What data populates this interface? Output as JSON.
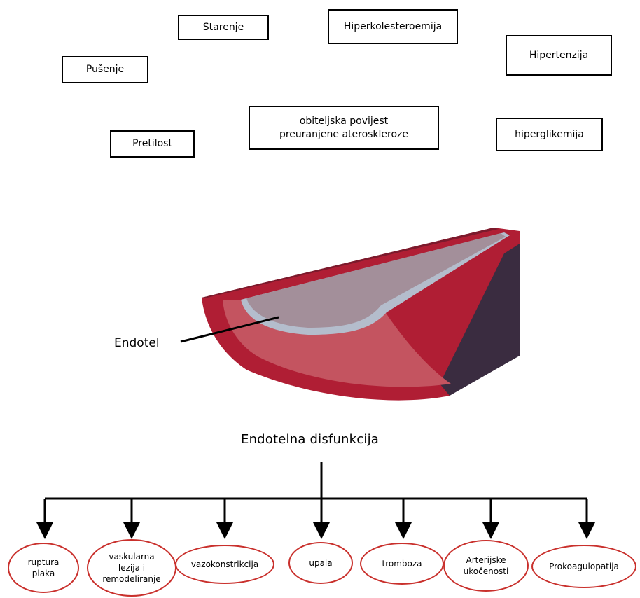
{
  "risk_factors": [
    {
      "id": "starenje",
      "label": "Starenje"
    },
    {
      "id": "hiperkolesteroemija",
      "label": "Hiperkolesteroemija"
    },
    {
      "id": "hipertenzija",
      "label": "Hipertenzija"
    },
    {
      "id": "pusenje",
      "label": "Pušenje"
    },
    {
      "id": "obiteljska",
      "label": "obiteljska povijest\npreuranjene ateroskleroze"
    },
    {
      "id": "pretilost",
      "label": "Pretilost"
    },
    {
      "id": "hiperglikemija",
      "label": "hiperglikemija"
    }
  ],
  "vessel": {
    "label": "Endotel"
  },
  "central_node": {
    "label": "Endotelna disfunkcija"
  },
  "outcomes": [
    {
      "id": "ruptura",
      "label": "ruptura\nplaka"
    },
    {
      "id": "vaskularna",
      "label": "vaskularna\nlezija i\nremodeliranje"
    },
    {
      "id": "vazokonstrikcija",
      "label": "vazokonstrikcija"
    },
    {
      "id": "upala",
      "label": "upala"
    },
    {
      "id": "tromboza",
      "label": "tromboza"
    },
    {
      "id": "arterijske",
      "label": "Arterijske\nukočenosti"
    },
    {
      "id": "prokoagulopatija",
      "label": "Prokoagulopatija"
    }
  ],
  "colors": {
    "outcome_border": "#c9302c",
    "vessel_outer": "#b01e34",
    "vessel_lumen": "#a38f9a",
    "vessel_intima": "#b4bdcc",
    "vessel_shadow": "#433348"
  }
}
